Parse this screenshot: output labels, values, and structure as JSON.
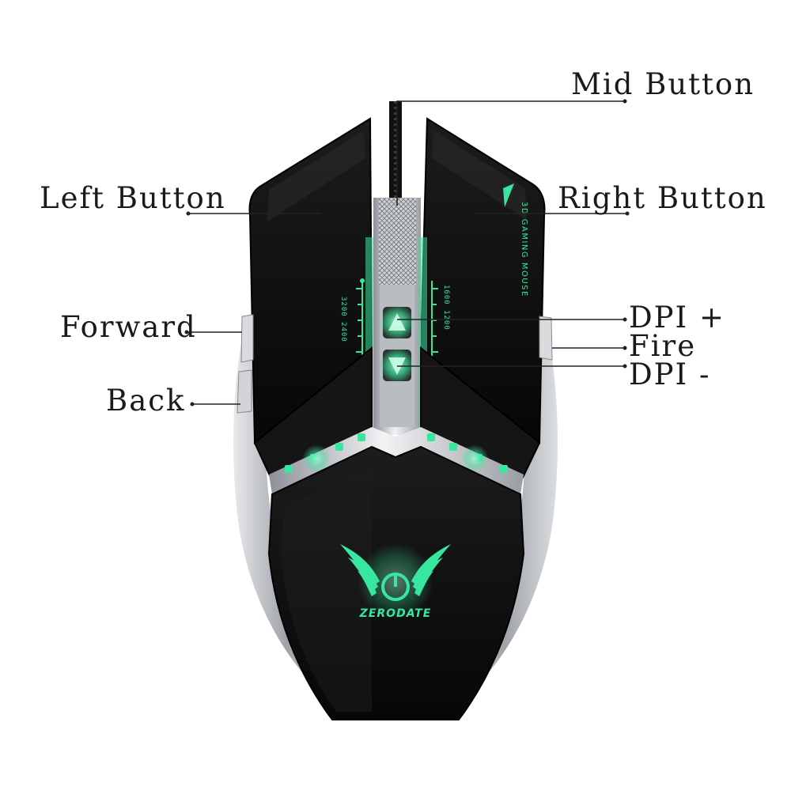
{
  "callouts": {
    "mid_button": "Mid Button",
    "left_button": "Left Button",
    "right_button": "Right Button",
    "forward": "Forward",
    "back": "Back",
    "dpi_plus": "DPI +",
    "fire": "Fire",
    "dpi_minus": "DPI -"
  },
  "product": {
    "brand": "ZERODATE",
    "model_text": "3D GAMING MOUSE",
    "dpi_scale_left": "3200 2400",
    "dpi_scale_right": "1600 1200"
  },
  "colors": {
    "background": "#ffffff",
    "body": "#111111",
    "accent_glow": "#39e6a0",
    "chrome": "#c9ccd0",
    "leader_lines": "#222222"
  }
}
